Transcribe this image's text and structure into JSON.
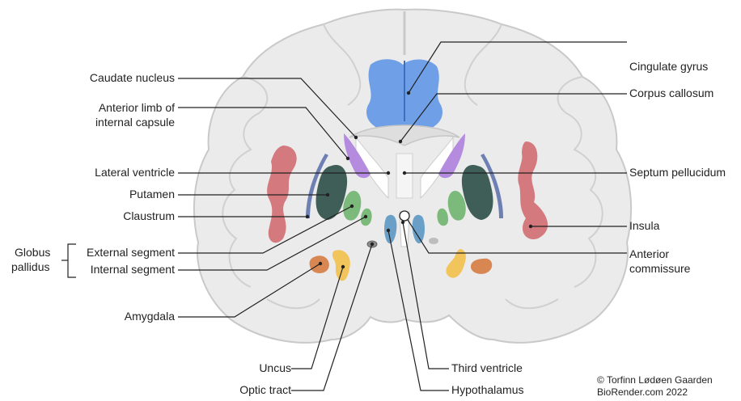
{
  "labels": {
    "caudate_nucleus": "Caudate nucleus",
    "anterior_limb_line1": "Anterior limb of",
    "anterior_limb_line2": "internal capsule",
    "lateral_ventricle": "Lateral ventricle",
    "putamen": "Putamen",
    "claustrum": "Claustrum",
    "globus_pallidus_line1": "Globus",
    "globus_pallidus_line2": "pallidus",
    "external_segment": "External segment",
    "internal_segment": "Internal segment",
    "amygdala": "Amygdala",
    "uncus": "Uncus",
    "optic_tract": "Optic tract",
    "cingulate_gyrus": "Cingulate gyrus",
    "corpus_callosum": "Corpus callosum",
    "septum_pellucidum": "Septum pellucidum",
    "insula": "Insula",
    "anterior_commissure_line1": "Anterior",
    "anterior_commissure_line2": "commissure",
    "third_ventricle": "Third ventricle",
    "hypothalamus": "Hypothalamus"
  },
  "credit": {
    "line1": "© Torfinn Lødøen Gaarden",
    "line2": "BioRender.com 2022"
  },
  "colors": {
    "brain_fill": "#ebebeb",
    "brain_outline": "#c9c9c9",
    "ventricle_blue": "#6f9fe6",
    "caudate_purple": "#b58be0",
    "putamen_dark": "#3f5e57",
    "pallidus_green": "#7cba7c",
    "insula_red": "#d4797e",
    "claustrum_blue": "#6e7fb3",
    "amygdala_orange": "#d98752",
    "uncus_yellow": "#f2c55c",
    "hypothalamus_blue": "#6aa0c8"
  }
}
